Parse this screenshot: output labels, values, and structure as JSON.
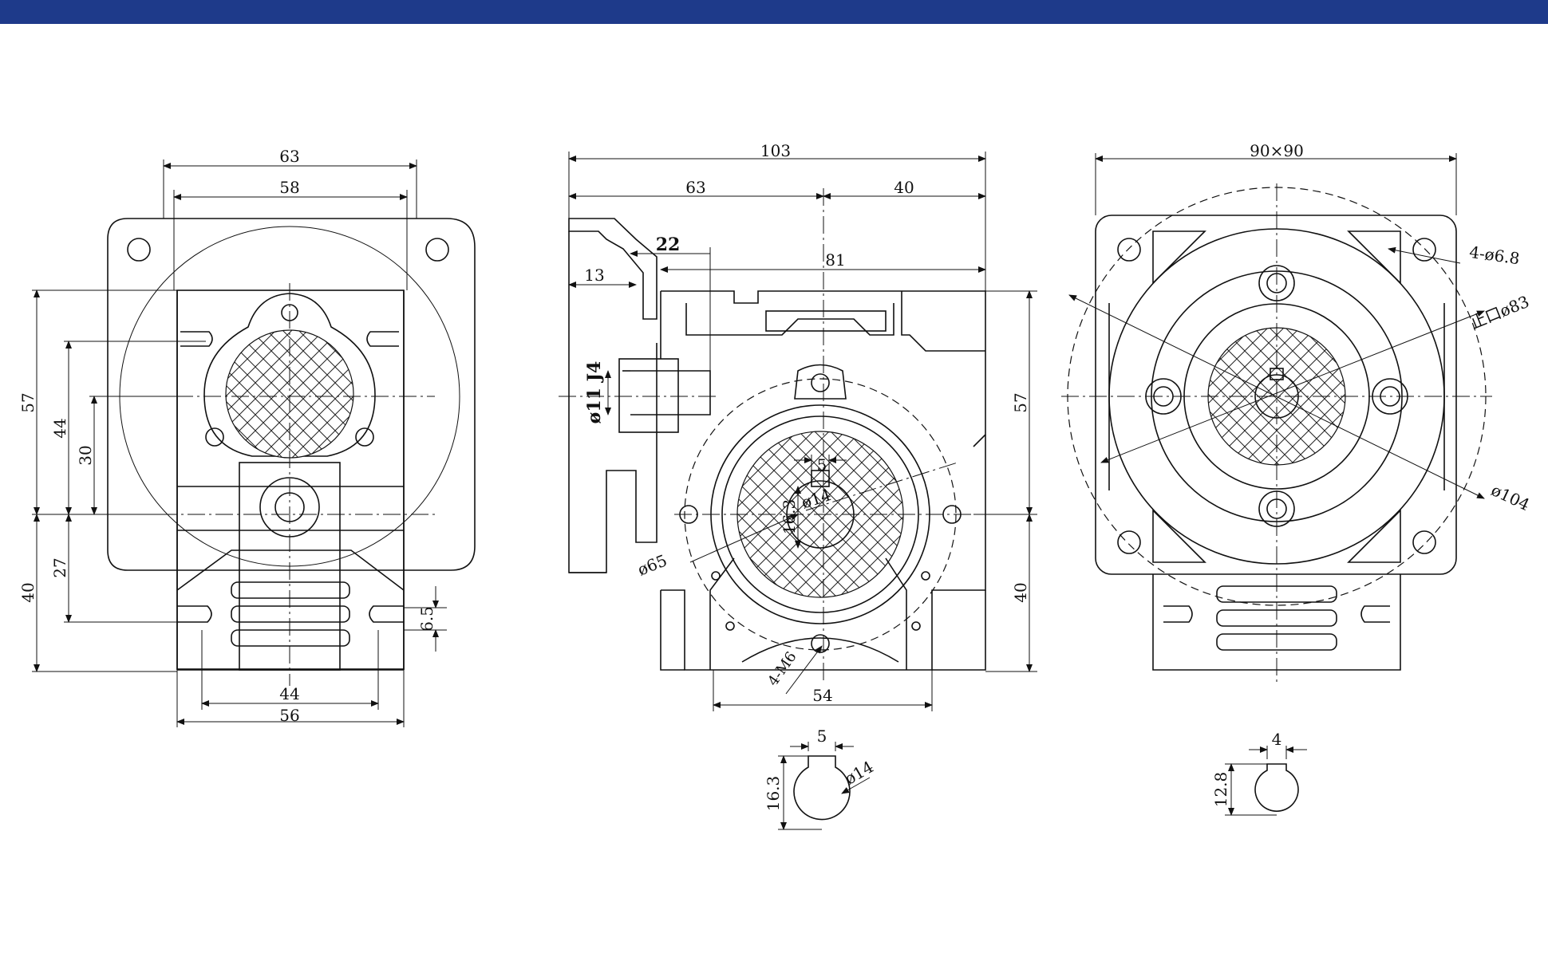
{
  "header": {
    "bar_color": "#1e3a8a"
  },
  "front": {
    "d63": "63",
    "d58": "58",
    "d57": "57",
    "d44": "44",
    "d30": "30",
    "d27": "27",
    "d40": "40",
    "d6_5": "6.5",
    "d44b": "44",
    "d56": "56"
  },
  "side": {
    "d103": "103",
    "d63": "63",
    "d40": "40",
    "d22": "22",
    "d13": "13",
    "d81": "81",
    "d57": "57",
    "d40b": "40",
    "d54": "54",
    "d11": "ø11 J4",
    "d5": "5",
    "d16_3": "16.3",
    "d14": "ø14",
    "d65": "ø65",
    "m6": "4-M6"
  },
  "flange": {
    "d90": "90×90",
    "holes": "4-ø6.8",
    "spigot": "止口ø83",
    "pcd": "ø104"
  },
  "key1": {
    "w": "5",
    "h": "16.3",
    "d": "ø14"
  },
  "key2": {
    "w": "4",
    "h": "12.8"
  }
}
